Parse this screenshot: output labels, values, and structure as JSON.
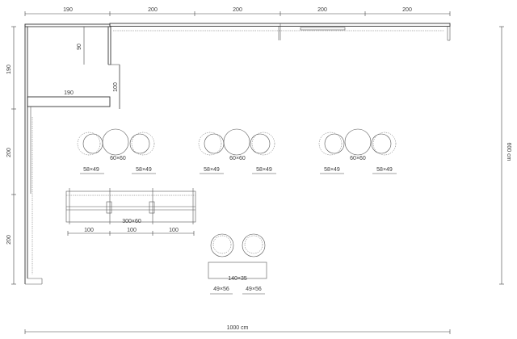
{
  "top_dimensions": [
    "190",
    "200",
    "200",
    "200",
    "200"
  ],
  "left_dimensions": [
    "190",
    "200",
    "200"
  ],
  "right_dimension": "600 cm",
  "bottom_dimension": "1000 cm",
  "booth_dims": {
    "inner_height": "90",
    "inner_width": "190",
    "side_depth": "100"
  },
  "table_groups": [
    {
      "table": "60×60",
      "chair_left": "58×49",
      "chair_right": "58×49"
    },
    {
      "table": "60×60",
      "chair_left": "58×49",
      "chair_right": "58×49"
    },
    {
      "table": "60×60",
      "chair_left": "58×49",
      "chair_right": "58×49"
    }
  ],
  "shelf": {
    "size": "300×60",
    "segments": [
      "100",
      "100",
      "100"
    ]
  },
  "lounge": {
    "table": "140×35",
    "chair_left": "49×56",
    "chair_right": "49×56"
  }
}
